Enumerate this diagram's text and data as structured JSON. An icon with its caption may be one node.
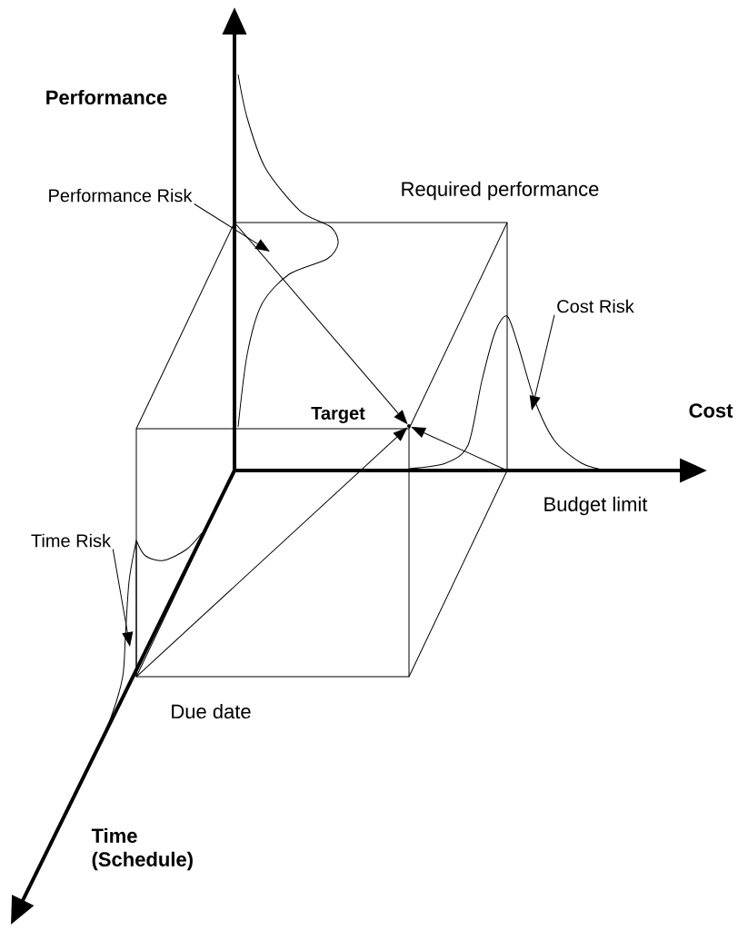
{
  "diagram": {
    "nodes": [
      {
        "text": [],
        "shape": "point"
      },
      {
        "text": [
          "Performance Risk"
        ]
      },
      {
        "text": [
          "Cost Risk"
        ]
      },
      {
        "text": [
          "Time Risk"
        ]
      },
      {
        "text": [],
        "shape": "curve"
      },
      {
        "text": [],
        "shape": "curve"
      },
      {
        "text": [],
        "shape": "curve"
      }
    ],
    "edges": [
      {
        "from": 4,
        "to": 0,
        "arrow": "to"
      },
      {
        "from": 5,
        "to": 0,
        "arrow": "to"
      },
      {
        "from": 6,
        "to": 0,
        "arrow": "to"
      },
      {
        "from": 1,
        "to": 4,
        "arrow": "to"
      },
      {
        "from": 2,
        "to": 5,
        "arrow": "to"
      },
      {
        "from": 3,
        "to": 6,
        "arrow": "to"
      }
    ],
    "labels": [
      "Target",
      "Performance",
      "Required performance",
      "Cost",
      "Budget limit",
      "Due date",
      "Time (Schedule)"
    ]
  }
}
